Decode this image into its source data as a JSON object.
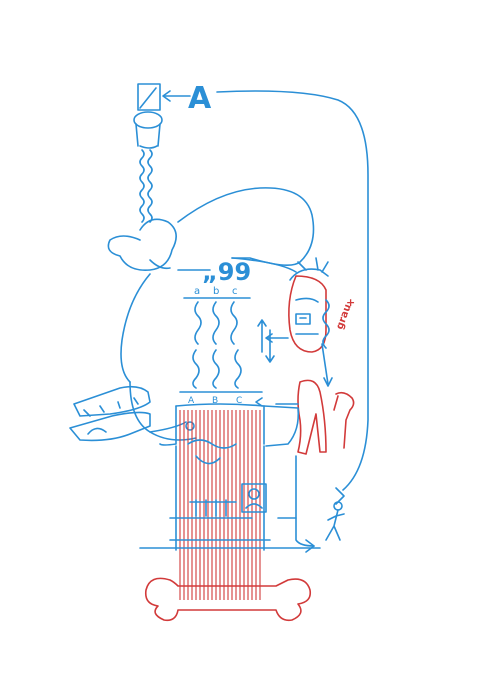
{
  "colors": {
    "line_blue": "#2b8fd6",
    "line_red": "#d23a3a",
    "background": "#ffffff"
  },
  "top_letter": "A",
  "quote_glyph": "„99",
  "upper_channels": [
    "a",
    "b",
    "c"
  ],
  "lower_channels": [
    "A",
    "B",
    "C"
  ],
  "side_word": "grau",
  "plus_sign": "+"
}
